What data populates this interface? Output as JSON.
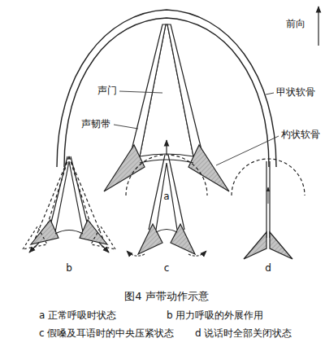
{
  "diagram": {
    "caption": "图4 声带动作示意",
    "labels": [
      "前向",
      "声门",
      "声韧带",
      "甲状软骨",
      "杓状软骨",
      "a",
      "b",
      "c",
      "d",
      "a 正常呼吸时状态",
      "b 用力呼吸的外展作用",
      "c 假嗓及耳语时的中央压紧状态",
      "d 说话时全部关闭状态"
    ]
  }
}
